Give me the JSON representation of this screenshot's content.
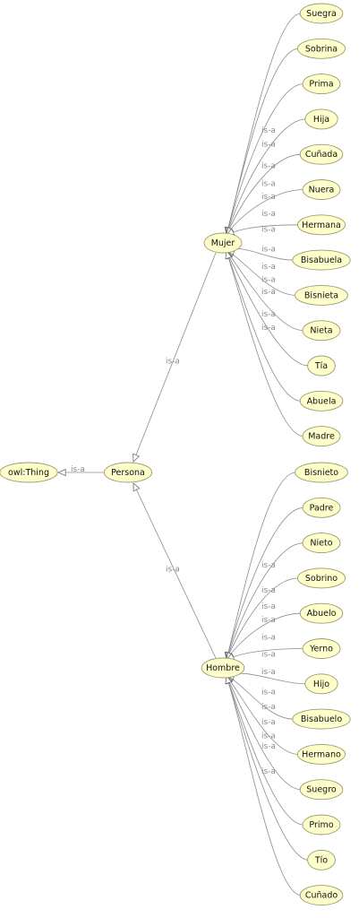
{
  "diagram": {
    "edge_label": "is-a",
    "root": {
      "id": "owlthing",
      "label": "owl:Thing"
    },
    "persona": {
      "id": "persona",
      "label": "Persona"
    },
    "groups": [
      {
        "id": "mujer",
        "label": "Mujer",
        "children": [
          "Suegra",
          "Sobrina",
          "Prima",
          "Hija",
          "Cuñada",
          "Nuera",
          "Hermana",
          "Bisabuela",
          "Bisnieta",
          "Nieta",
          "Tía",
          "Abuela",
          "Madre"
        ]
      },
      {
        "id": "hombre",
        "label": "Hombre",
        "children": [
          "Bisnieto",
          "Padre",
          "Nieto",
          "Sobrino",
          "Abuelo",
          "Yerno",
          "Hijo",
          "Bisabuelo",
          "Hermano",
          "Suegro",
          "Primo",
          "Tío",
          "Cuñado"
        ]
      }
    ]
  }
}
